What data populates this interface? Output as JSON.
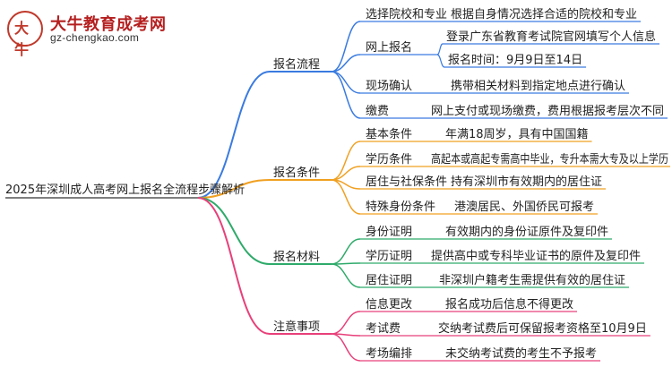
{
  "logo": {
    "mark": "大牛",
    "title": "大牛教育成考网",
    "url": "gz-chengkao.com"
  },
  "root": "2025年深圳成人高考网上报名全流程步骤解析",
  "branches": [
    {
      "label": "报名流程",
      "color": "#3a7be0",
      "items": [
        {
          "label": "选择院校和专业",
          "details": [
            "根据自身情况选择合适的院校和专业"
          ]
        },
        {
          "label": "网上报名",
          "details": [
            "登录广东省教育考试院官网填写个人信息",
            "报名时间：9月9日至14日"
          ]
        },
        {
          "label": "现场确认",
          "details": [
            "携带相关材料到指定地点进行确认"
          ]
        },
        {
          "label": "缴费",
          "details": [
            "网上支付或现场缴费，费用根据报考层次不同"
          ]
        }
      ]
    },
    {
      "label": "报名条件",
      "color": "#f0a020",
      "items": [
        {
          "label": "基本条件",
          "details": [
            "年满18周岁，具有中国国籍"
          ]
        },
        {
          "label": "学历条件",
          "details": [
            "高起本或高起专需高中毕业，专升本需大专及以上学历"
          ]
        },
        {
          "label": "居住与社保条件",
          "details": [
            "持有深圳市有效期内的居住证"
          ]
        },
        {
          "label": "特殊身份条件",
          "details": [
            "港澳居民、外国侨民可报考"
          ]
        }
      ]
    },
    {
      "label": "报名材料",
      "color": "#2eaa6a",
      "items": [
        {
          "label": "身份证明",
          "details": [
            "有效期内的身份证原件及复印件"
          ]
        },
        {
          "label": "学历证明",
          "details": [
            "提供高中或专科毕业证书的原件及复印件"
          ]
        },
        {
          "label": "居住证明",
          "details": [
            "非深圳户籍考生需提供有效的居住证"
          ]
        }
      ]
    },
    {
      "label": "注意事项",
      "color": "#e8407a",
      "items": [
        {
          "label": "信息更改",
          "details": [
            "报名成功后信息不得更改"
          ]
        },
        {
          "label": "考试费",
          "details": [
            "交纳考试费后可保留报考资格至10月9日"
          ]
        },
        {
          "label": "考场编排",
          "details": [
            "未交纳考试费的考生不予报考"
          ]
        }
      ]
    }
  ]
}
